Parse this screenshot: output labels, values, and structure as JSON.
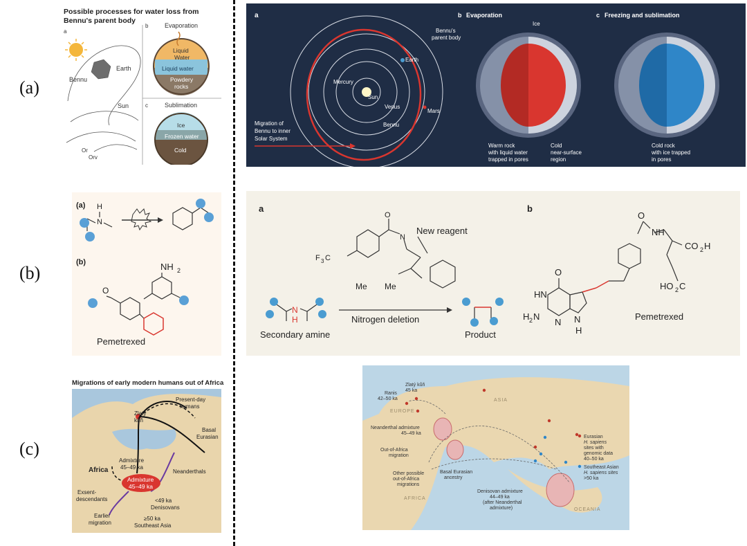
{
  "row_labels": [
    "(a)",
    "(b)",
    "(c)"
  ],
  "a_left": {
    "title_line1": "Possible processes for water loss from",
    "title_line2": "Bennu's parent body",
    "panel_a": "a",
    "panel_b": "b",
    "panel_c": "c",
    "earth": "Earth",
    "bennu": "Bennu",
    "sun": "Sun",
    "orbit1": "Or",
    "orbit2": "Orv",
    "evaporation": "Evaporation",
    "liquid_water_top": "Liquid",
    "liquid_water_top2": "Water",
    "liquid_water": "Liquid water",
    "powdery1": "Powdery",
    "powdery2": "rocks",
    "sublimation": "Sublimation",
    "ice": "Ice",
    "frozen_water": "Frozen water",
    "cold": "Cold"
  },
  "a_right": {
    "panel_a": "a",
    "panel_b": "b",
    "panel_b_title": "Evaporation",
    "panel_c": "c",
    "panel_c_title": "Freezing and sublimation",
    "earth": "Earth",
    "mercury": "Mercury",
    "sun": "Sun",
    "venus": "Venus",
    "mars": "Mars",
    "bennu": "Bennu",
    "migration1": "Migration of",
    "migration2": "Bennu to inner",
    "migration3": "Solar System",
    "bennus1": "Bennu's",
    "bennus2": "parent body",
    "ice": "Ice",
    "warm1": "Warm rock",
    "warm2": "with liquid water",
    "warm3": "trapped in pores",
    "cold1": "Cold",
    "cold2": "near-surface",
    "cold3": "region",
    "coldrock1": "Cold rock",
    "coldrock2": "with ice trapped",
    "coldrock3": "in pores"
  },
  "b_left": {
    "panel_a": "(a)",
    "panel_b": "(b)",
    "h": "H",
    "n": "N",
    "nh2": "NH",
    "nh2_sub": "2",
    "o": "O",
    "pemetrexed": "Pemetrexed"
  },
  "b_right": {
    "panel_a": "a",
    "panel_b": "b",
    "new_reagent": "New reagent",
    "f3c": "F",
    "f3c_sub": "3",
    "f3c_c": "C",
    "me1": "Me",
    "me2": "Me",
    "secondary_amine": "Secondary amine",
    "nitrogen_deletion": "Nitrogen deletion",
    "product": "Product",
    "n_atom": "N",
    "h_atom": "H",
    "o": "O",
    "nh": "NH",
    "co2h": "CO",
    "co2h_sub": "2",
    "co2h_h": "H",
    "ho2c": "HO",
    "ho2c_sub": "2",
    "ho2c_c": "C",
    "hn": "HN",
    "h2n": "H",
    "h2n_sub": "2",
    "h2n_n": "N",
    "n1": "N",
    "n2": "N",
    "nh_ring": "N",
    "nh_ring_h": "H",
    "pemetrexed": "Pemetrexed"
  },
  "c_left": {
    "title": "Migrations of early modern humans out of Africa",
    "zlaty1": "Zlatý",
    "zlaty2": "kůň",
    "present1": "Present-day",
    "present2": "humans",
    "basal1": "Basal",
    "basal2": "Eurasian",
    "africa": "Africa",
    "admix_small1": "Admixture",
    "admix_small2": "45–49 ka",
    "admix_big1": "Admixture",
    "admix_big2": "45–49 ka",
    "neanderthals": "Neanderthals",
    "extant1": "Exsent-",
    "extant2": "descendants",
    "earlier1": "Earlier",
    "earlier2": "migration",
    "denis1": "<49 ka",
    "denis2": "Denisovans",
    "sea1": "≥50 ka",
    "sea2": "Southeast Asia"
  },
  "c_right": {
    "zlaty1": "Zlatý kůň",
    "zlaty2": "45 ka",
    "ranis1": "Ranis",
    "ranis2": "42–50 ka",
    "europe": "EUROPE",
    "asia": "ASIA",
    "africa": "AFRICA",
    "oceania": "OCEANIA",
    "neand1": "Neanderthal admixture",
    "neand2": "45–49 ka",
    "ooa1": "Out-of-Africa",
    "ooa2": "migration",
    "basal1": "Basal Eurasian",
    "basal2": "ancestry",
    "other1": "Other possible",
    "other2": "out-of-Africa",
    "other3": "migrations",
    "deni1": "Denisovan admixture",
    "deni2": "44–49 ka",
    "deni3": "(after Neanderthal",
    "deni4": "admixture)",
    "leg1a": "Eurasian",
    "leg1b": "H. sapiens",
    "leg1c": "sites with",
    "leg1d": "genomic data",
    "leg1e": "40–50 ka",
    "leg2a": "Southeast Asian",
    "leg2b": "H. sapiens sites",
    "leg2c": ">50 ka"
  },
  "colors": {
    "space_bg": "#1f2d45",
    "red": "#d9362f",
    "blue_atom": "#4a9cd1",
    "ocean": "#bcd6e6",
    "land": "#ead7b0"
  }
}
